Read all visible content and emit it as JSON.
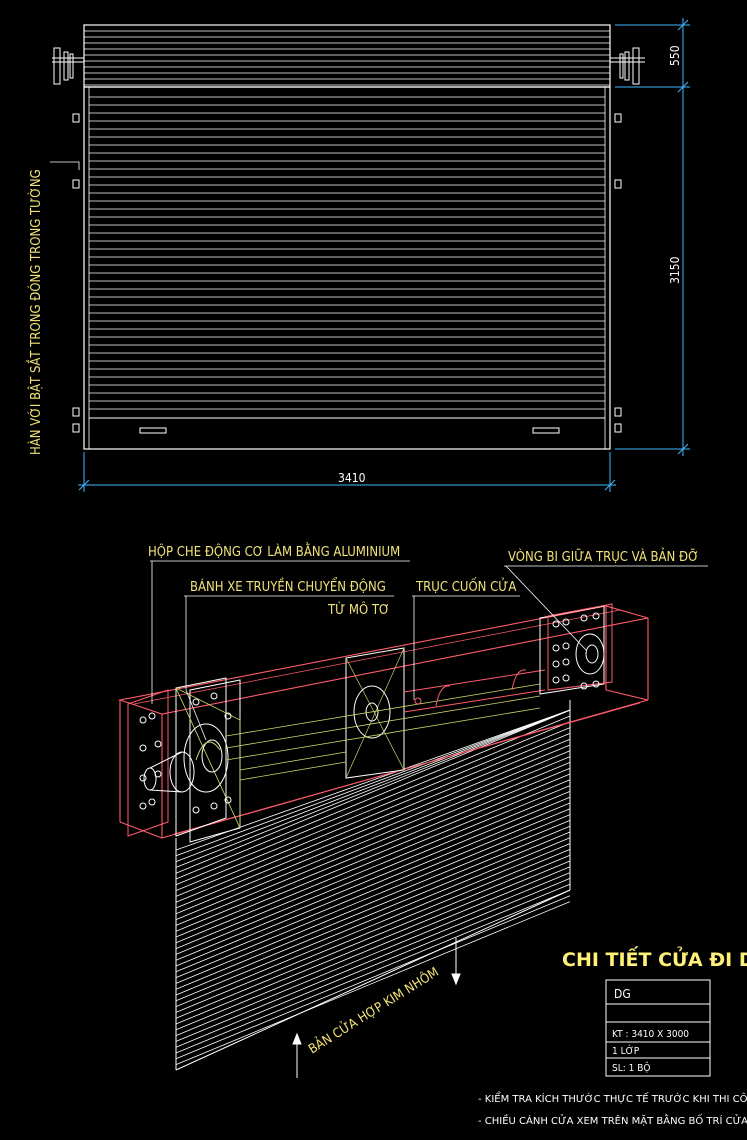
{
  "elevation": {
    "side_label": "HÀN VỚI BẬT SẮT TRONG ĐÓNG TRONG TƯỜNG",
    "dim_box_height": "550",
    "dim_door_height": "3150",
    "dim_width": "3410"
  },
  "isometric": {
    "labels": {
      "housing_cover": "HỘP CHE ĐỘNG CƠ LÀM BẰNG ALUMINIUM",
      "drive_wheel_line1": "BÁNH XE TRUYỀN CHUYỂN ĐỘNG",
      "drive_wheel_line2": "TỪ MÔ TƠ",
      "roll_shaft": "TRỤC CUỐN CỬA",
      "bearing": "VÒNG BI GIỮA TRỤC VÀ BẢN ĐỠ",
      "slat_panel": "BẢN CỬA HỢP KIM NHÔM"
    }
  },
  "title_block": {
    "title": "CHI TIẾT CỬA ĐI DG",
    "code": "DG",
    "size": "KT : 3410 X 3000",
    "layers": "1 LỚP",
    "quantity": "SL:  1 BỘ"
  },
  "notes": [
    "- KIỂM TRA KÍCH THƯỚC THỰC TẾ TRƯỚC KHI THI CÔNG.",
    "- CHIỀU CÁNH CỬA XEM TRÊN MẶT BẰNG BỐ TRÍ CỬA."
  ],
  "colors": {
    "background": "#000000",
    "outline": "#ffffff",
    "dimension": "#3fb6ff",
    "label": "#f2e27a",
    "housing": "#ff5c6a",
    "shaft": "#c8d86a"
  }
}
